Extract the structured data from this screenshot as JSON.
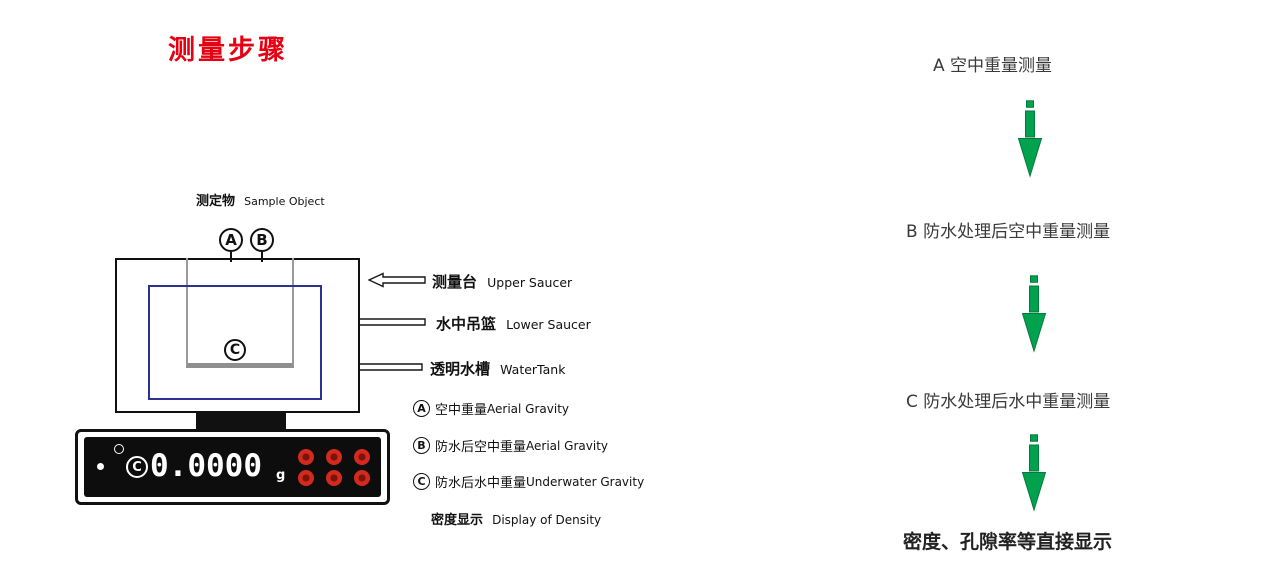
{
  "page": {
    "title": "测量步骤"
  },
  "diagram": {
    "sample": {
      "zh": "测定物",
      "en": "Sample Object"
    },
    "hangers": {
      "a": "A",
      "b": "B"
    },
    "basket_badge": "C",
    "callouts": [
      {
        "zh": "测量台",
        "en": "Upper Saucer"
      },
      {
        "zh": "水中吊篮",
        "en": "Lower Saucer"
      },
      {
        "zh": "透明水槽",
        "en": "WaterTank"
      }
    ],
    "legend": [
      {
        "badge": "A",
        "zh": "空中重量",
        "en": "Aerial Gravity"
      },
      {
        "badge": "B",
        "zh": "防水后空中重量",
        "en": "Aerial Gravity"
      },
      {
        "badge": "C",
        "zh": "防水后水中重量",
        "en": "Underwater Gravity"
      }
    ],
    "density": {
      "zh": "密度显示",
      "en": "Display of Density"
    },
    "display": {
      "badge": "C",
      "value": "0.0000",
      "unit": "g"
    }
  },
  "flow": {
    "steps": [
      "A 空中重量测量",
      "B 防水处理后空中重量测量",
      "C 防水处理后水中重量测量"
    ],
    "result": "密度、孔隙率等直接显示"
  },
  "colors": {
    "title-red": "#e60012",
    "arrow-green": "#00a24d",
    "tank-blue": "#2e3192",
    "button-red": "#d42a1e"
  }
}
